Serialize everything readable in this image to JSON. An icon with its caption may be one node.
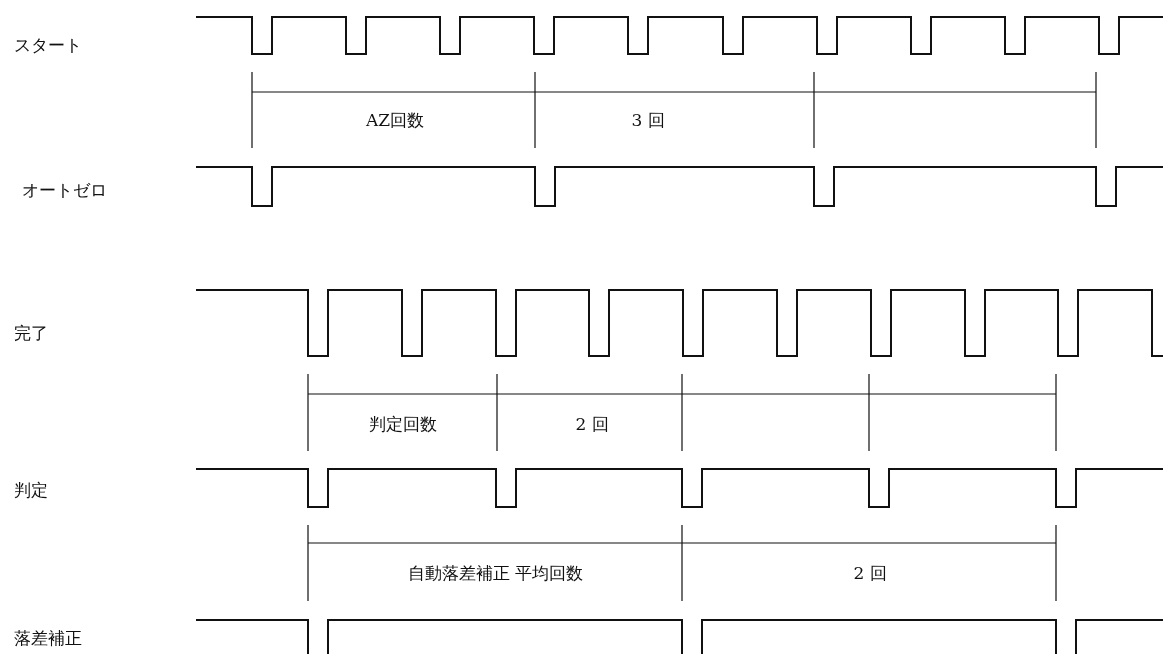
{
  "diagram": {
    "labels": [
      "スタート",
      "AZ回数",
      "3 回",
      "オートゼロ",
      "完了",
      "判定回数",
      "2 回",
      "判定",
      "自動落差補正 平均回数",
      "2 回",
      "落差補正"
    ]
  }
}
